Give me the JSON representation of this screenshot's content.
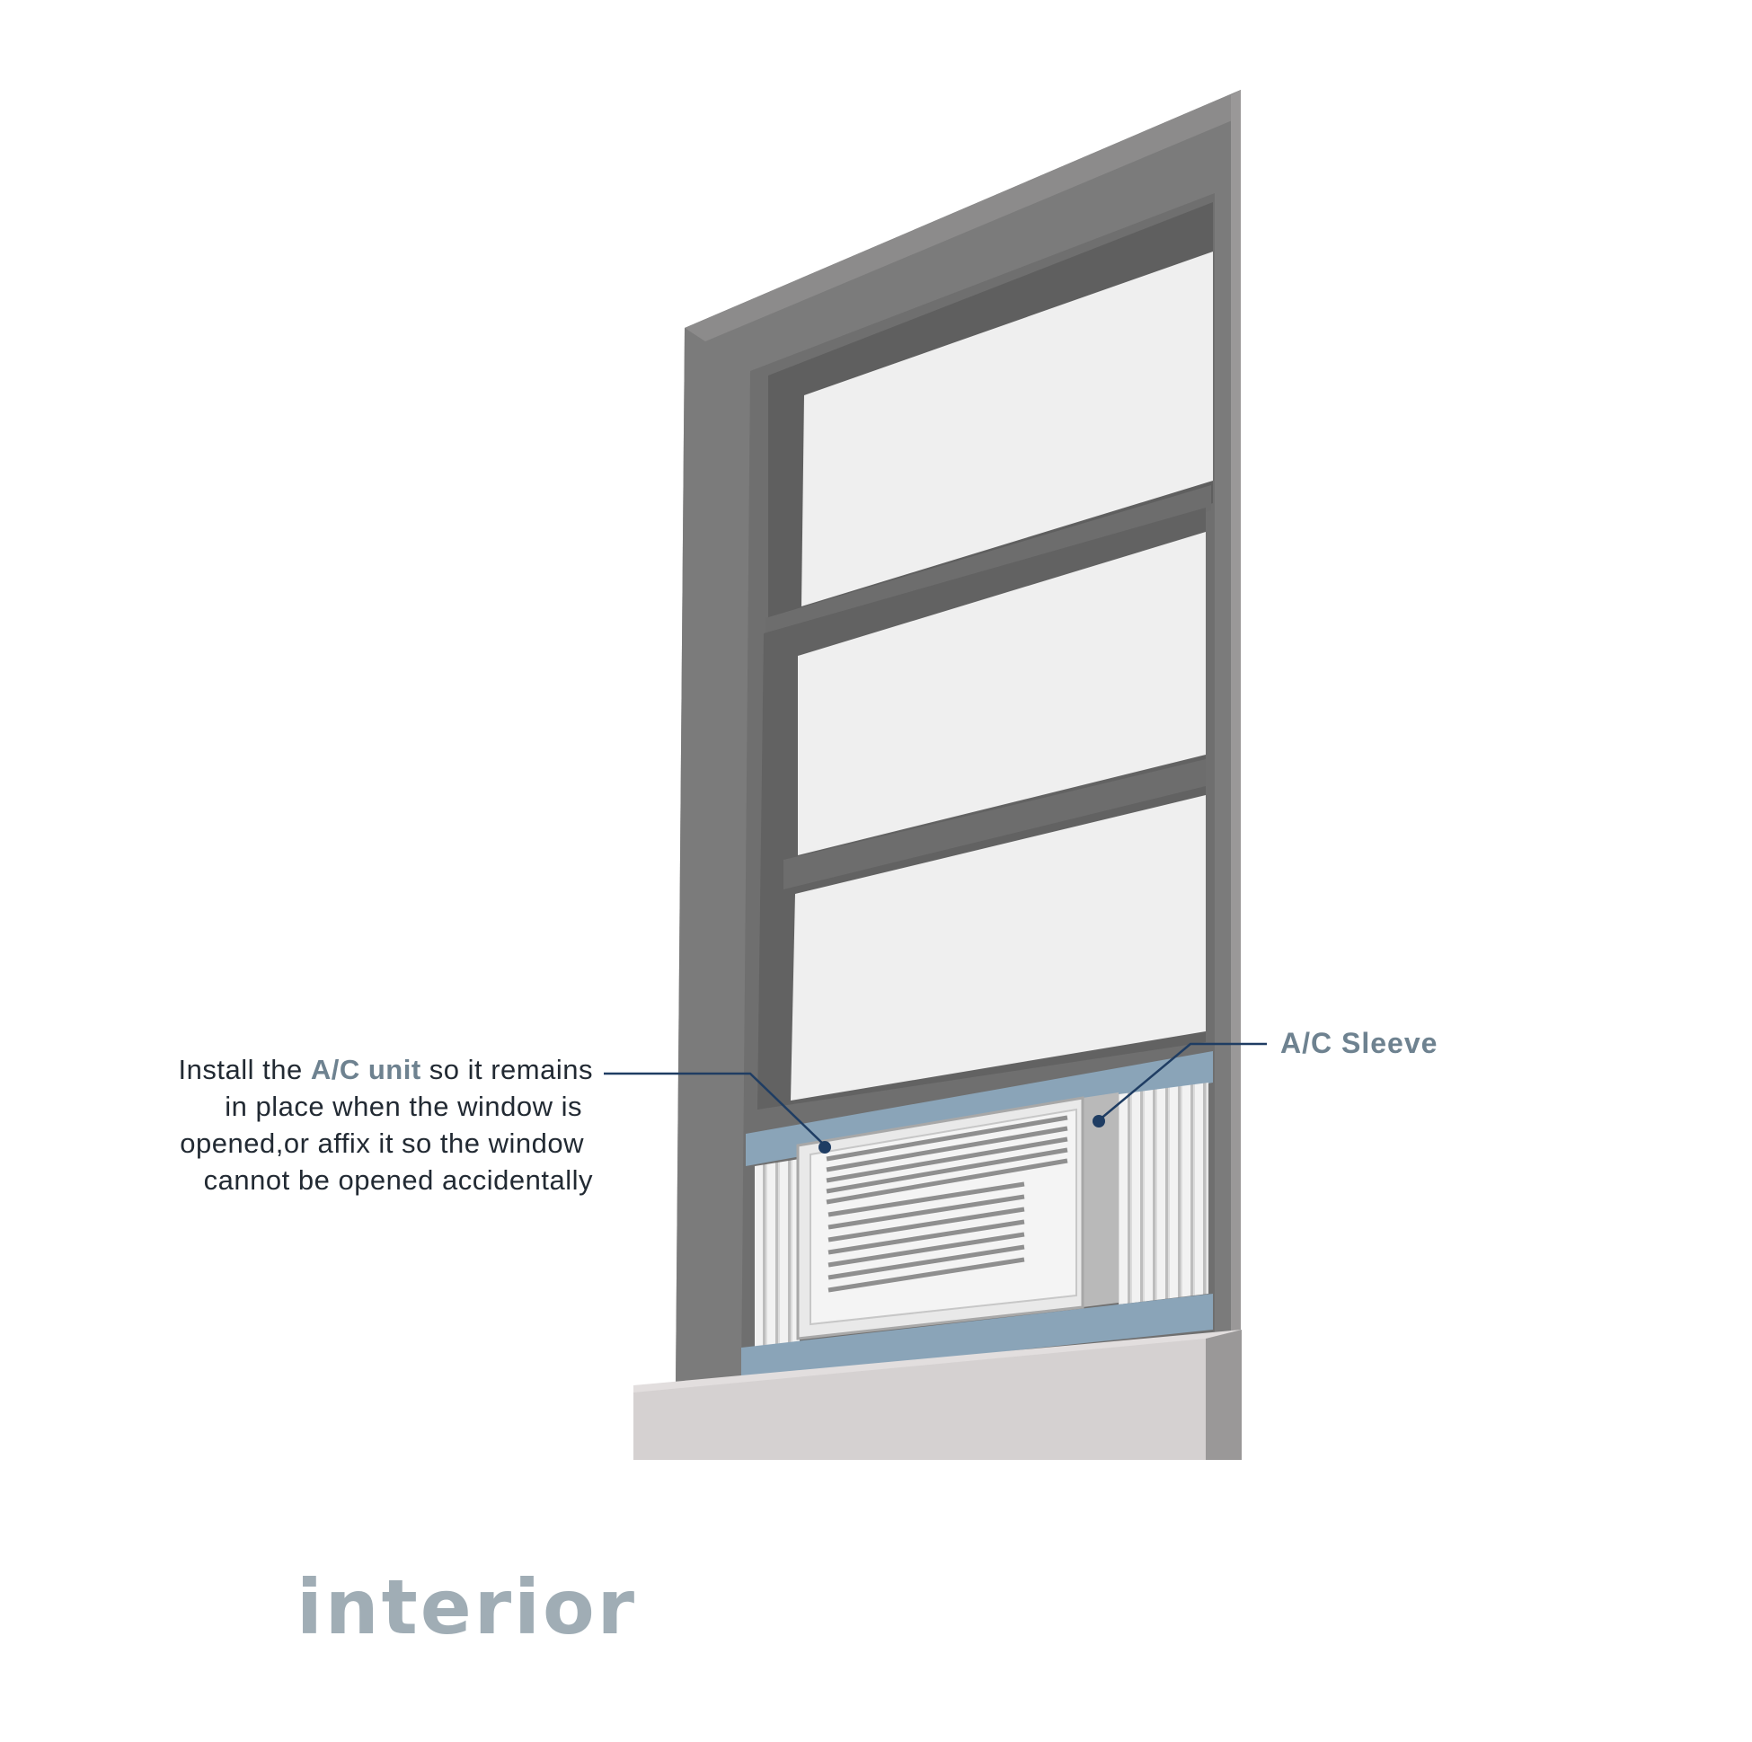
{
  "callout_ac_unit": {
    "line1_before": "Install the ",
    "line1_emph": "A/C unit",
    "line1_after": " so it remains",
    "line2": "in place when the window is",
    "line3": "opened,or affix it so the window",
    "line4": "cannot be opened accidentally"
  },
  "callout_sleeve": {
    "label": "A/C Sleeve"
  },
  "caption": "interior",
  "colors": {
    "frame_outer": "#7b7b7b",
    "frame_side": "#9a9898",
    "frame_inner": "#6a6a6a",
    "glass": "#efefef",
    "sleeve_blue": "#8aa4b8",
    "ac_body": "#e9e9e9",
    "sill": "#d5d1d1",
    "leader_line": "#1f3d63",
    "label_accent": "#6e8290",
    "caption_gray": "#a0adb5"
  }
}
